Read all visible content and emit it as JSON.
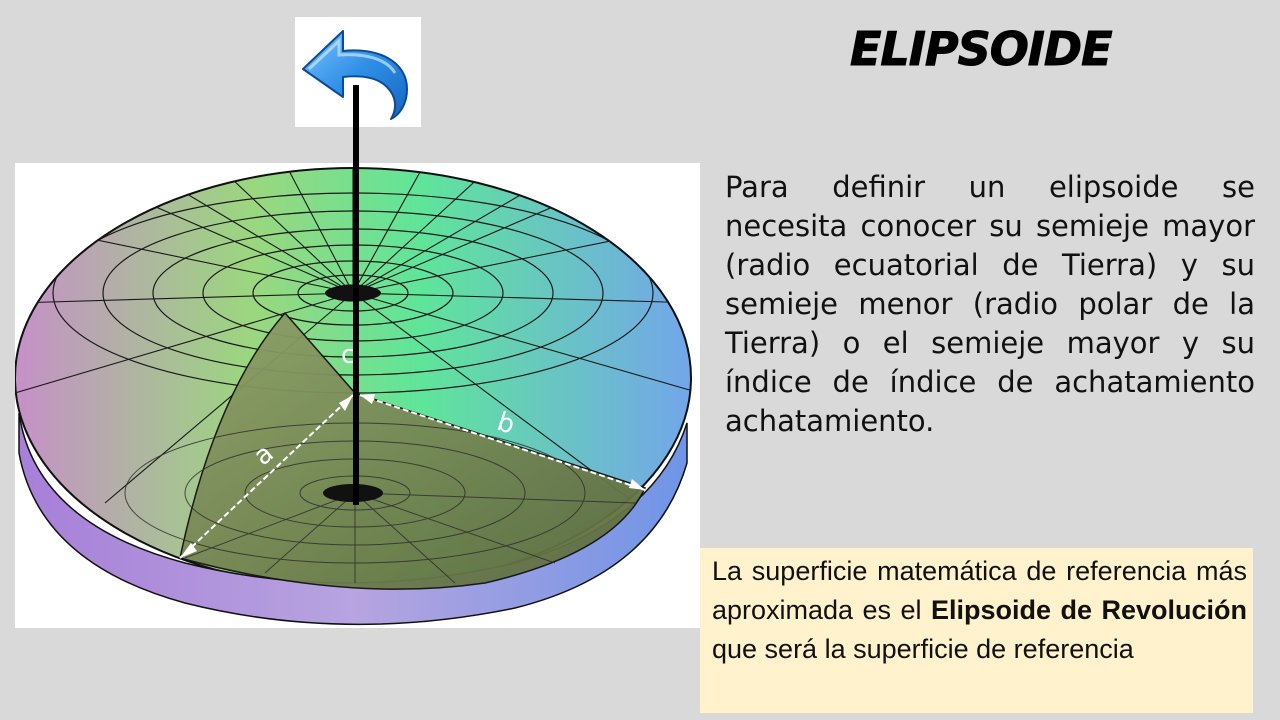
{
  "slide": {
    "title": "ELIPSOIDE",
    "back_button": {
      "icon": "undo-arrow-icon"
    },
    "figure": {
      "labels": {
        "semi_major_a": "a",
        "semi_major_b": "b",
        "semi_minor_c": "c"
      },
      "colors": {
        "surface_top": "#58e68a",
        "surface_left": "#b98bd6",
        "surface_right": "#6fa8e8",
        "cutaway": "#6f7c4a",
        "grid": "#1a1a1a",
        "axis_arrows": "#ffffff"
      }
    },
    "description": "Para definir un elipsoide se necesita conocer su semieje mayor (radio ecuatorial de Tierra) y su semieje menor (radio polar de la Tierra) o el semieje mayor y su índice de índice de achatamiento achatamiento.",
    "callout": {
      "text_before": "La superficie matemática de referencia más aproximada es el ",
      "bold": "Elipsoide de Revolución",
      "text_after": " que será la superficie de referencia",
      "background": "#fff2cc"
    }
  }
}
